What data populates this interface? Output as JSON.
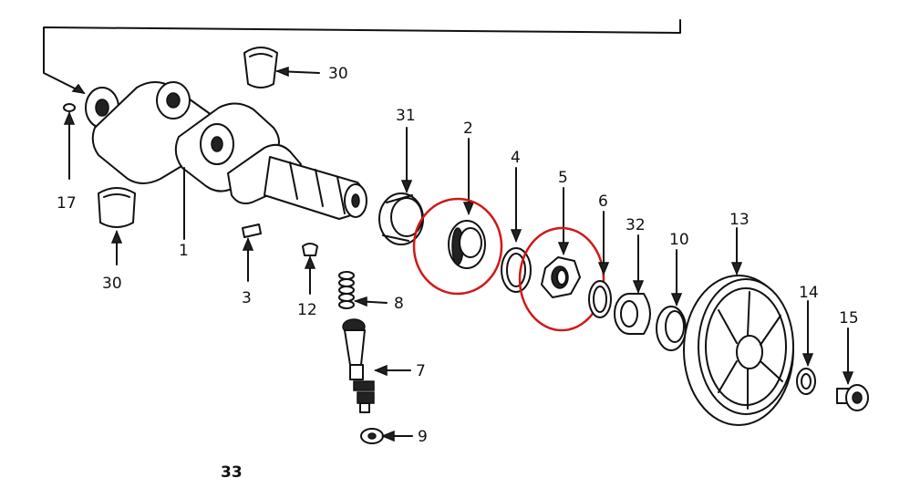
{
  "diagram": {
    "highlight_color": "#d01818",
    "labels": {
      "p30a": "30",
      "p31": "31",
      "p2": "2",
      "p4": "4",
      "p5": "5",
      "p6": "6",
      "p32": "32",
      "p10": "10",
      "p13": "13",
      "p17": "17",
      "p1": "1",
      "p30b": "30",
      "p3": "3",
      "p12": "12",
      "p8": "8",
      "p7": "7",
      "p9": "9",
      "p14": "14",
      "p15": "15",
      "page": "33"
    }
  }
}
